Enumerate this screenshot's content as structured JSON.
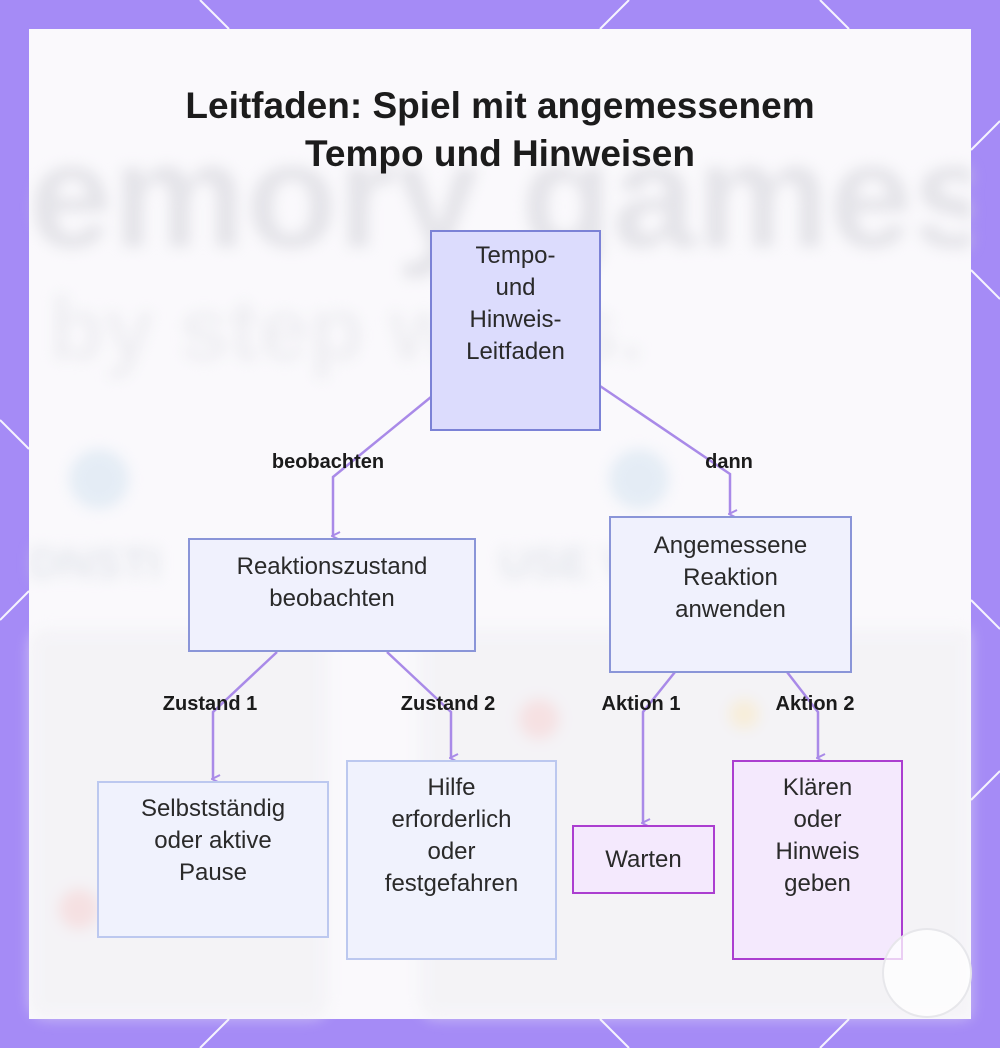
{
  "title": {
    "line1": "Leitfaden: Spiel mit angemessenem",
    "line2": "Tempo und Hinweisen"
  },
  "nodes": {
    "root": [
      "Tempo-",
      "und",
      "Hinweis-",
      "Leitfaden"
    ],
    "observe": [
      "Reaktionszustand",
      "beobachten"
    ],
    "apply": [
      "Angemessene",
      "Reaktion",
      "anwenden"
    ],
    "state1": [
      "Selbstständig",
      "oder aktive",
      "Pause"
    ],
    "state2": [
      "Hilfe",
      "erforderlich",
      "oder",
      "festgefahren"
    ],
    "action1": [
      "Warten"
    ],
    "action2": [
      "Klären",
      "oder",
      "Hinweis",
      "geben"
    ]
  },
  "edges": {
    "beobachten": "beobachten",
    "dann": "dann",
    "zustand1": "Zustand 1",
    "zustand2": "Zustand 2",
    "aktion1": "Aktion 1",
    "aktion2": "Aktion 2"
  },
  "background_text": {
    "line1": "emory games",
    "line2": "by step with",
    "line3": "s.",
    "label1": "DNSTI",
    "label2": "USE V"
  },
  "colors": {
    "frame": "#a58bf6",
    "connector": "#a98ae8",
    "root_fill": "#dcdcfd",
    "purple_border": "#ab3ed0"
  }
}
